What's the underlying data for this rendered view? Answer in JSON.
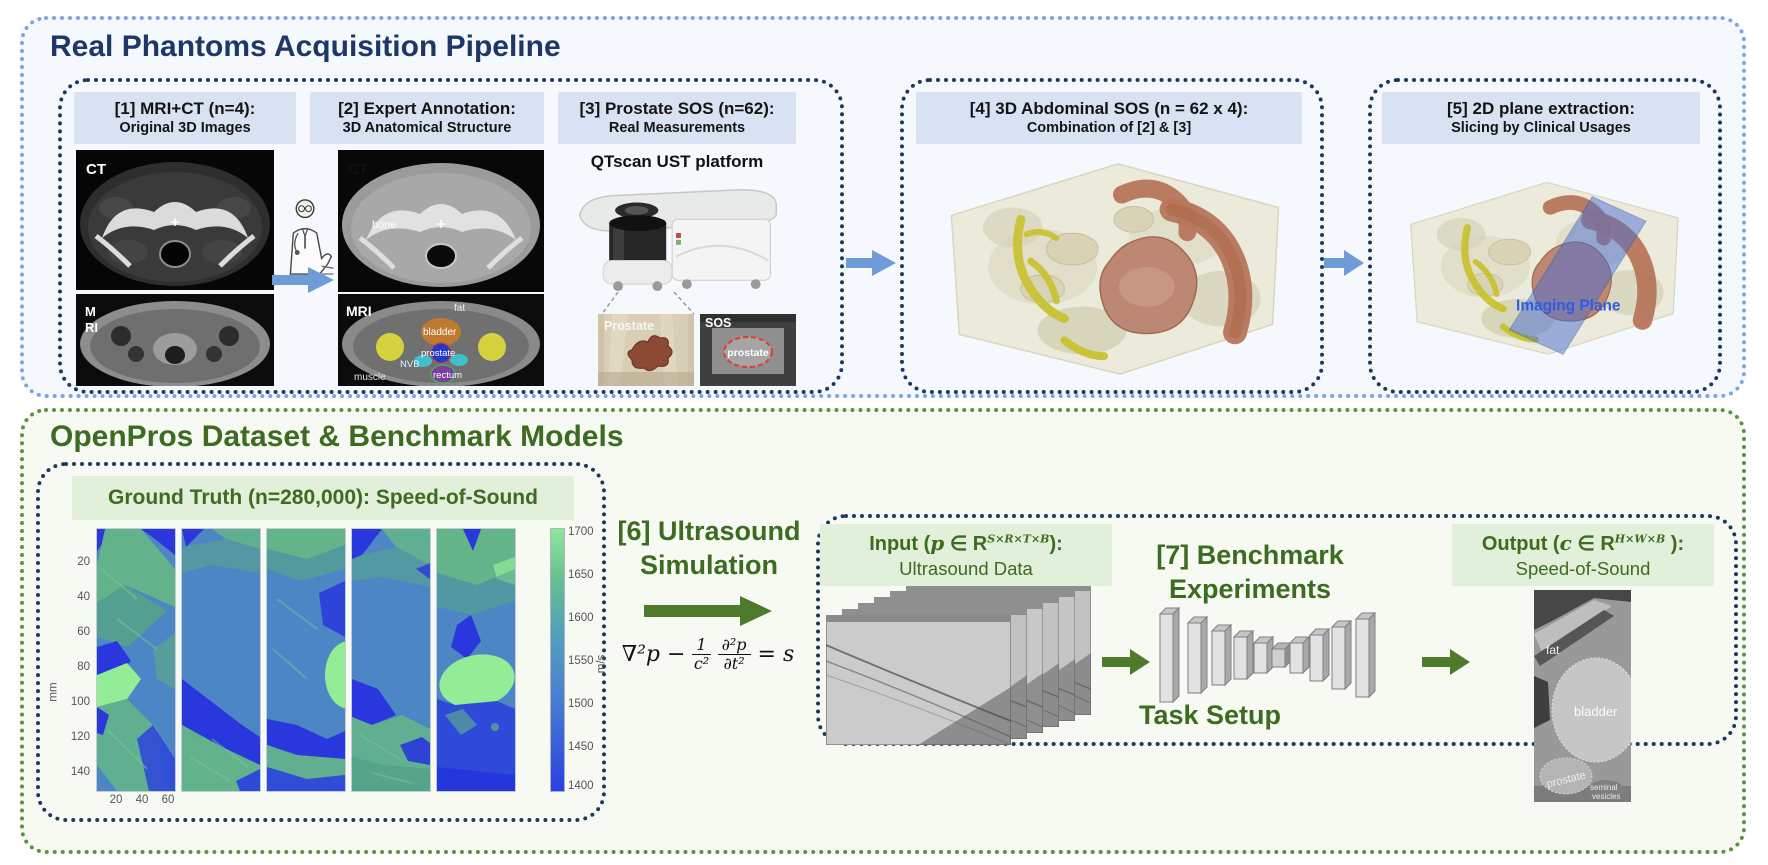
{
  "top": {
    "title": "Real Phantoms Acquisition Pipeline",
    "panel1": {
      "title": "[1] MRI+CT (n=4):",
      "subtitle": "Original 3D Images",
      "ct": "CT",
      "mri_line1": "M",
      "mri_line2": "RI"
    },
    "panel2": {
      "title": "[2] Expert Annotation:",
      "subtitle": "3D Anatomical Structure",
      "ct": "CT",
      "mri": "MRI",
      "bone": "bone",
      "fat": "fat",
      "bladder": "bladder",
      "prostate": "prostate",
      "nvb": "NVB",
      "rectum": "rectum",
      "muscle": "muscle"
    },
    "panel3": {
      "title": "[3] Prostate SOS (n=62):",
      "subtitle": "Real Measurements",
      "platform": "QTscan UST platform",
      "photo_label": "Prostate",
      "sos_label": "SOS",
      "sos_annotation": "prostate"
    },
    "panel4": {
      "title": "[4] 3D Abdominal SOS (n = 62 x 4):",
      "subtitle": "Combination of [2] & [3]"
    },
    "panel5": {
      "title": "[5] 2D plane extraction:",
      "subtitle": "Slicing by Clinical Usages",
      "plane_label": "Imaging Plane"
    }
  },
  "bottom": {
    "title": "OpenPros Dataset & Benchmark Models",
    "ground_truth": {
      "header": "Ground Truth (n=280,000): Speed-of-Sound"
    },
    "simulation": {
      "line1": "[6] Ultrasound",
      "line2": "Simulation",
      "eq": {
        "lhs": "∇²p −",
        "f1n": "1",
        "f1d": "c²",
        "f2n": "∂²p",
        "f2d": "∂t²",
        "rhs": "= s"
      }
    },
    "input": {
      "prefix": "Input (",
      "var": "p",
      "mid": " ∈ R",
      "sup": "S×R×T×B",
      "suffix": "):",
      "subtitle": "Ultrasound Data"
    },
    "benchmark": {
      "line1": "[7] Benchmark",
      "line2": "Experiments"
    },
    "task_setup": "Task Setup",
    "output": {
      "prefix": "Output (",
      "var": "c",
      "mid": " ∈ R",
      "sup": "H×W×B",
      "suffix": " ):",
      "subtitle": "Speed-of-Sound",
      "labels": {
        "fat": "fat",
        "bladder": "bladder",
        "prostate": "prostate",
        "seminal": "seminal",
        "vesicles": "vesicles"
      }
    }
  },
  "chart_data": {
    "type": "heatmap",
    "title": "Ground Truth (n=280,000): Speed-of-Sound",
    "description": "Five 2D speed-of-sound ground-truth maps of abdominal phantoms",
    "num_panels": 5,
    "ylabel": "mm",
    "yticks": [
      20,
      40,
      60,
      80,
      100,
      120,
      140
    ],
    "xticks": [
      20,
      40,
      60
    ],
    "colorbar": {
      "label": "m/s",
      "ticks": [
        1700,
        1650,
        1600,
        1550,
        1500,
        1450,
        1400
      ],
      "min": 1400,
      "max": 1700
    },
    "value_colors": {
      "high_1700": "#93ed96",
      "mid_1600": "#63b489",
      "mid_1520": "#4d86c5",
      "low_1400": "#2937dc"
    }
  }
}
